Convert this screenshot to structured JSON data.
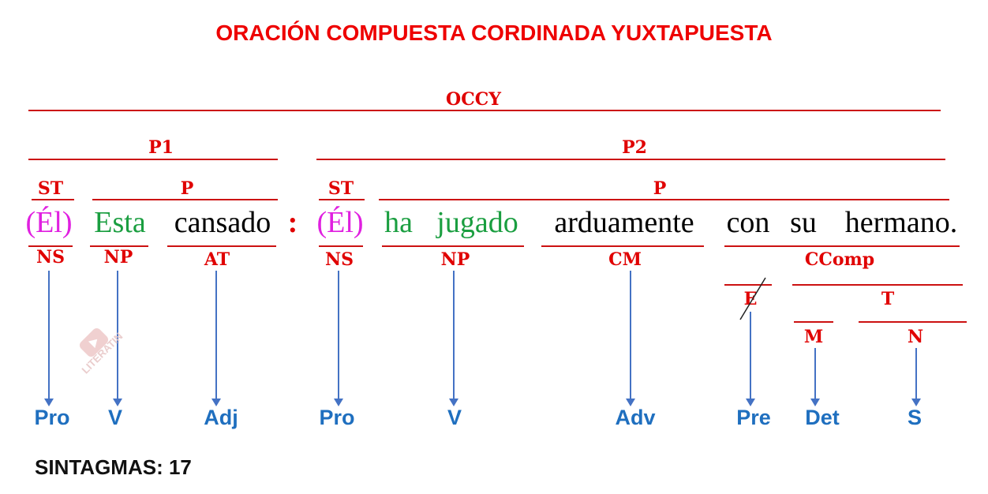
{
  "title": "ORACIÓN COMPUESTA CORDINADA YUXTAPUESTA",
  "tree": {
    "root": "OCCY",
    "p1": "P1",
    "p2": "P2",
    "st1": "ST",
    "pred1": "P",
    "st2": "ST",
    "pred2": "P",
    "ns1": "NS",
    "np1": "NP",
    "at": "AT",
    "ns2": "NS",
    "np2": "NP",
    "cm": "CM",
    "ccomp": "CComp",
    "e": "E",
    "t": "T",
    "m": "M",
    "n": "N"
  },
  "words": {
    "w1": "(Él)",
    "w2": "Esta",
    "w3": "cansado",
    "colon": ":",
    "w4": "(Él)",
    "w5": "ha",
    "w6": "jugado",
    "w7": "arduamente",
    "w8": "con",
    "w9": "su",
    "w10": "hermano."
  },
  "categories": {
    "c1": "Pro",
    "c2": "V",
    "c3": "Adj",
    "c4": "Pro",
    "c5": "V",
    "c6": "Adv",
    "c7": "Pre",
    "c8": "Det",
    "c9": "S"
  },
  "footer": "SINTAGMAS: 17",
  "watermark": "LITERATIN",
  "colors": {
    "labels": "#e00000",
    "pronoun": "#e020e0",
    "verb": "#1a9e40",
    "category": "#1f6fbf",
    "arrow": "#4472c4"
  }
}
